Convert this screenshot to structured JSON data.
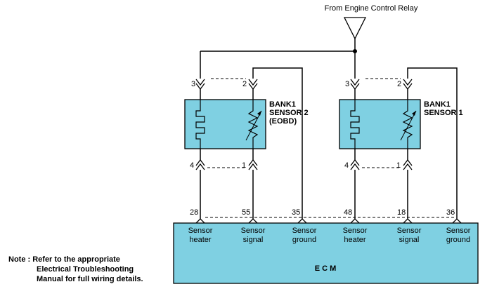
{
  "source": {
    "label": "From Engine Control Relay"
  },
  "sensors": [
    {
      "title_line1": "BANK1",
      "title_line2": "SENSOR 2",
      "title_line3": "(EOBD)",
      "pin_top_heater": "3",
      "pin_top_signal": "2",
      "pin_bottom_heater": "4",
      "pin_bottom_signal": "1"
    },
    {
      "title_line1": "BANK1",
      "title_line2": "SENSOR 1",
      "title_line3": "",
      "pin_top_heater": "3",
      "pin_top_signal": "2",
      "pin_bottom_heater": "4",
      "pin_bottom_signal": "1"
    }
  ],
  "ecm": {
    "label": "E C M",
    "pins": [
      "28",
      "55",
      "35",
      "48",
      "18",
      "36"
    ],
    "terminals": [
      {
        "line1": "Sensor",
        "line2": "heater"
      },
      {
        "line1": "Sensor",
        "line2": "signal"
      },
      {
        "line1": "Sensor",
        "line2": "ground"
      },
      {
        "line1": "Sensor",
        "line2": "heater"
      },
      {
        "line1": "Sensor",
        "line2": "signal"
      },
      {
        "line1": "Sensor",
        "line2": "ground"
      }
    ]
  },
  "note": {
    "line1": "Note : Refer to the appropriate",
    "line2": "Electrical Troubleshooting",
    "line3": "Manual for full wiring details."
  },
  "colors": {
    "fill": "#7fd0e2",
    "line": "#000000"
  }
}
